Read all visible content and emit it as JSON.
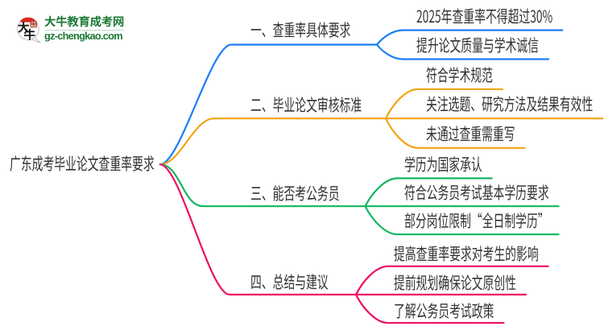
{
  "logo": {
    "title": "大牛教育成考网",
    "domain": "gz-chengkao.com",
    "icon_chars": "大牛",
    "brand_color": "#1d7a35"
  },
  "mindmap": {
    "root": "广东成考毕业论文查重率要求",
    "text_color": "#333333",
    "branches": [
      {
        "label": "一、查重率具体要求",
        "color": "#1b7df5",
        "children": [
          {
            "text": "2025年查重率不得超过30%"
          },
          {
            "text": "提升论文质量与学术诚信"
          }
        ]
      },
      {
        "label": "二、毕业论文审核标准",
        "color": "#f2a313",
        "children": [
          {
            "text": "符合学术规范"
          },
          {
            "text": "关注选题、研究方法及结果有效性"
          },
          {
            "text": "未通过查重需重写"
          }
        ]
      },
      {
        "label": "三、能否考公务员",
        "color": "#12b55f",
        "children": [
          {
            "text": "学历为国家承认"
          },
          {
            "text": "符合公务员考试基本学历要求"
          },
          {
            "text": "部分岗位限制“全日制学历”"
          }
        ]
      },
      {
        "label": "四、总结与建议",
        "color": "#f00866",
        "children": [
          {
            "text": "提高查重率要求对考生的影响"
          },
          {
            "text": "提前规划确保论文原创性"
          },
          {
            "text": "了解公务员考试政策"
          }
        ]
      }
    ]
  }
}
